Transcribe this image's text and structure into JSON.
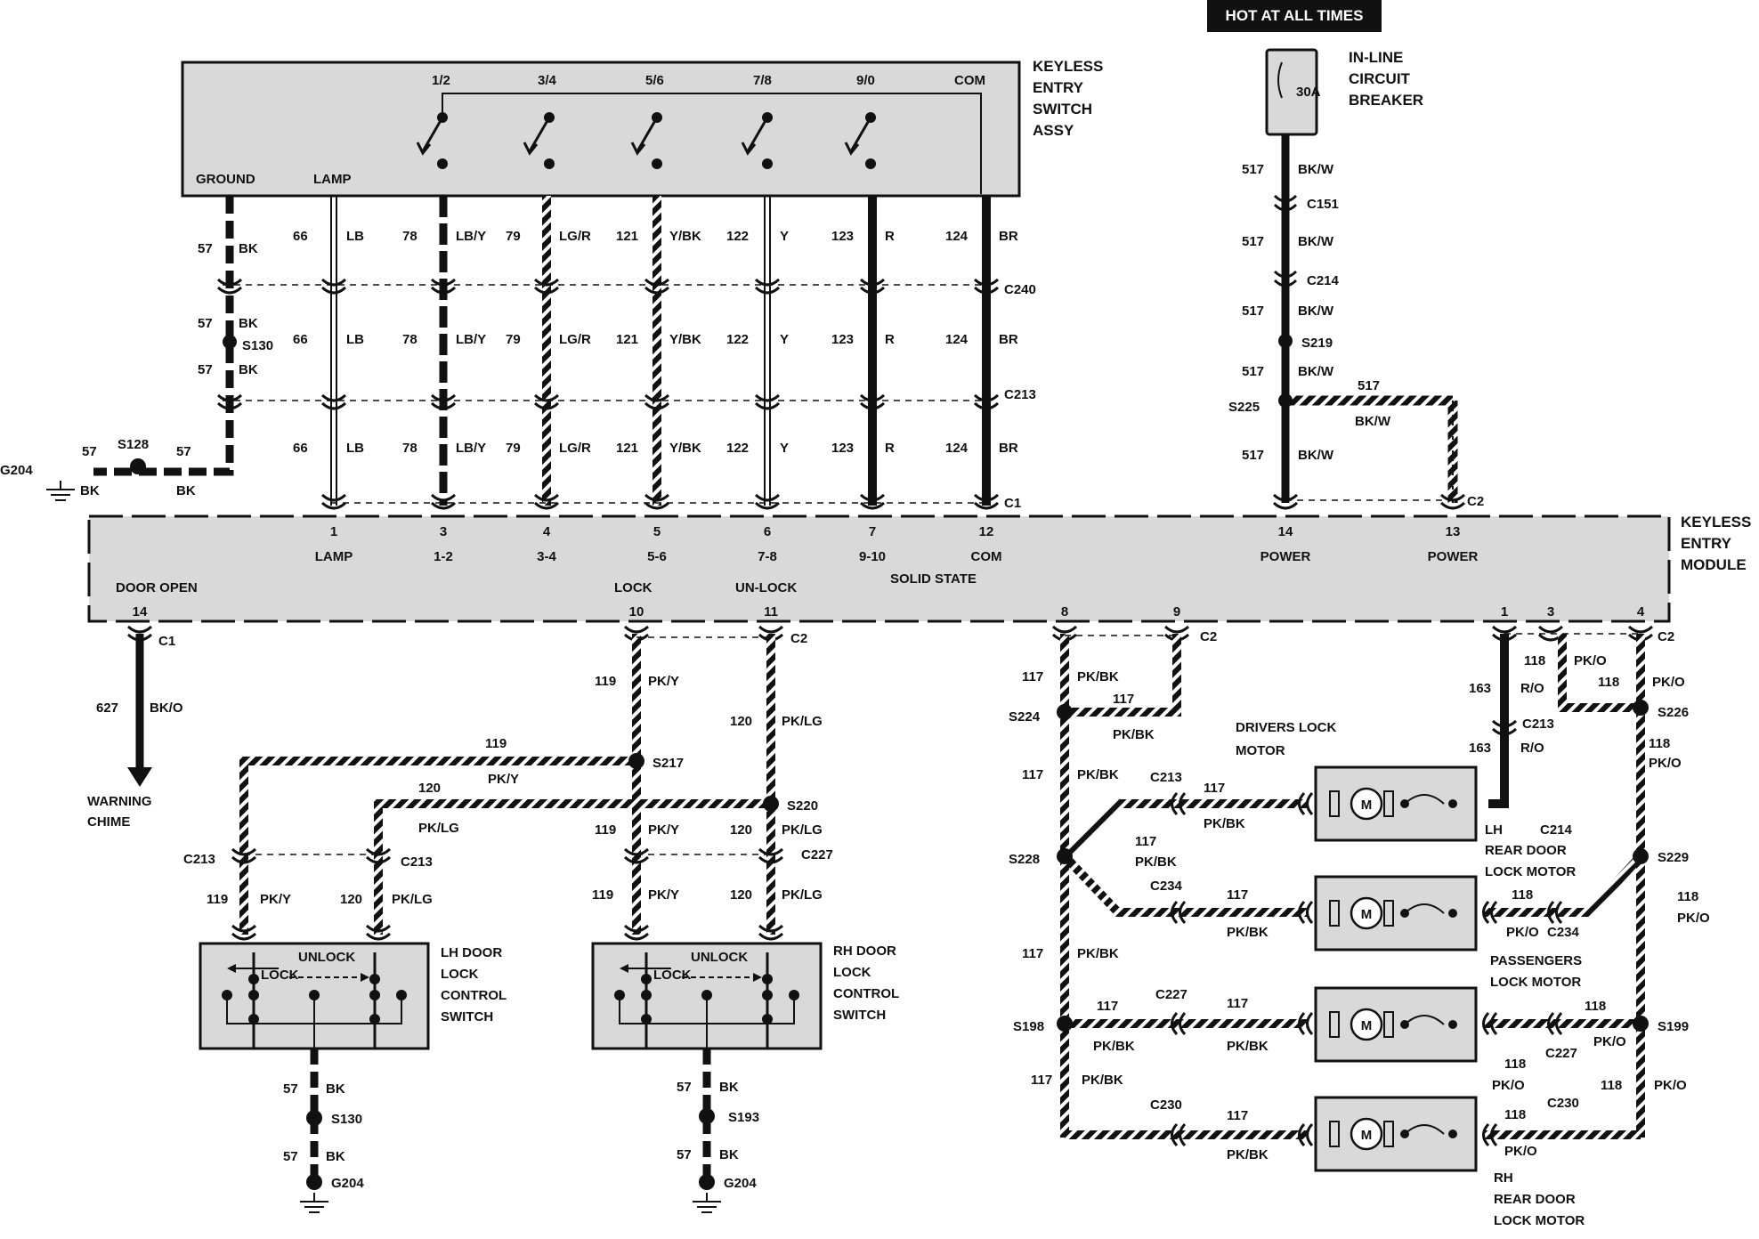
{
  "colors": {
    "ink": "#111111",
    "component_fill": "#d9d9d9",
    "paper": "#ffffff",
    "badge_bg": "#111111",
    "badge_text": "#ffffff"
  },
  "power": {
    "badge": "HOT AT ALL TIMES",
    "breaker_rating": "30A",
    "breaker_label": [
      "IN-LINE",
      "CIRCUIT",
      "BREAKER"
    ]
  },
  "switch_assy": {
    "title": [
      "KEYLESS",
      "ENTRY",
      "SWITCH",
      "ASSY"
    ],
    "button_labels": [
      "1/2",
      "3/4",
      "5/6",
      "7/8",
      "9/0",
      "COM"
    ],
    "ground_label": "GROUND",
    "lamp_label": "LAMP"
  },
  "module": {
    "title": [
      "KEYLESS",
      "ENTRY",
      "MODULE"
    ],
    "top_pins": [
      {
        "num": "1",
        "name": "LAMP"
      },
      {
        "num": "3",
        "name": "1-2"
      },
      {
        "num": "4",
        "name": "3-4"
      },
      {
        "num": "5",
        "name": "5-6"
      },
      {
        "num": "6",
        "name": "7-8"
      },
      {
        "num": "7",
        "name": "9-10"
      },
      {
        "num": "12",
        "name": "COM"
      },
      {
        "num": "14",
        "name": "POWER"
      },
      {
        "num": "13",
        "name": "POWER"
      }
    ],
    "solid_state": "SOLID STATE",
    "door_open": "DOOR OPEN",
    "lock": "LOCK",
    "unlock": "UN-LOCK",
    "bottom_pins": [
      "14",
      "10",
      "11",
      "8",
      "9",
      "1",
      "3",
      "4"
    ]
  },
  "upper_wires": [
    {
      "circuit": "57",
      "color": "BK"
    },
    {
      "circuit": "66",
      "color": "LB"
    },
    {
      "circuit": "78",
      "color": "LB/Y"
    },
    {
      "circuit": "79",
      "color": "LG/R"
    },
    {
      "circuit": "121",
      "color": "Y/BK"
    },
    {
      "circuit": "122",
      "color": "Y"
    },
    {
      "circuit": "123",
      "color": "R"
    },
    {
      "circuit": "124",
      "color": "BR"
    }
  ],
  "connectors": {
    "c240": "C240",
    "c213": "C213",
    "c1": "C1",
    "c2": "C2",
    "c151": "C151",
    "c214": "C214",
    "c227": "C227",
    "c234": "C234",
    "c230": "C230"
  },
  "splices": {
    "s130": "S130",
    "s128": "S128",
    "s219": "S219",
    "s225": "S225",
    "s217": "S217",
    "s220": "S220",
    "s224": "S224",
    "s226": "S226",
    "s228": "S228",
    "s229": "S229",
    "s198": "S198",
    "s199": "S199",
    "s193": "S193"
  },
  "grounds": {
    "g204": "G204"
  },
  "power_wire": {
    "circuit": "517",
    "color": "BK/W"
  },
  "lower_wires": {
    "w627": {
      "circuit": "627",
      "color": "BK/O"
    },
    "w119": {
      "circuit": "119",
      "color": "PK/Y"
    },
    "w120": {
      "circuit": "120",
      "color": "PK/LG"
    },
    "w117": {
      "circuit": "117",
      "color": "PK/BK"
    },
    "w118": {
      "circuit": "118",
      "color": "PK/O"
    },
    "w163": {
      "circuit": "163",
      "color": "R/O"
    }
  },
  "loads": {
    "warning_chime": [
      "WARNING",
      "CHIME"
    ],
    "lh_switch": [
      "LH DOOR",
      "LOCK",
      "CONTROL",
      "SWITCH"
    ],
    "rh_switch": [
      "RH DOOR",
      "LOCK",
      "CONTROL",
      "SWITCH"
    ],
    "switch_unlock": "UNLOCK",
    "switch_lock": "LOCK",
    "motor_symbol": "M",
    "drivers_motor": [
      "DRIVERS LOCK",
      "MOTOR"
    ],
    "lh_rear_motor": [
      "LH",
      "REAR DOOR",
      "LOCK MOTOR"
    ],
    "passengers_motor": [
      "PASSENGERS",
      "LOCK MOTOR"
    ],
    "rh_rear_motor": [
      "RH",
      "REAR DOOR",
      "LOCK MOTOR"
    ]
  }
}
